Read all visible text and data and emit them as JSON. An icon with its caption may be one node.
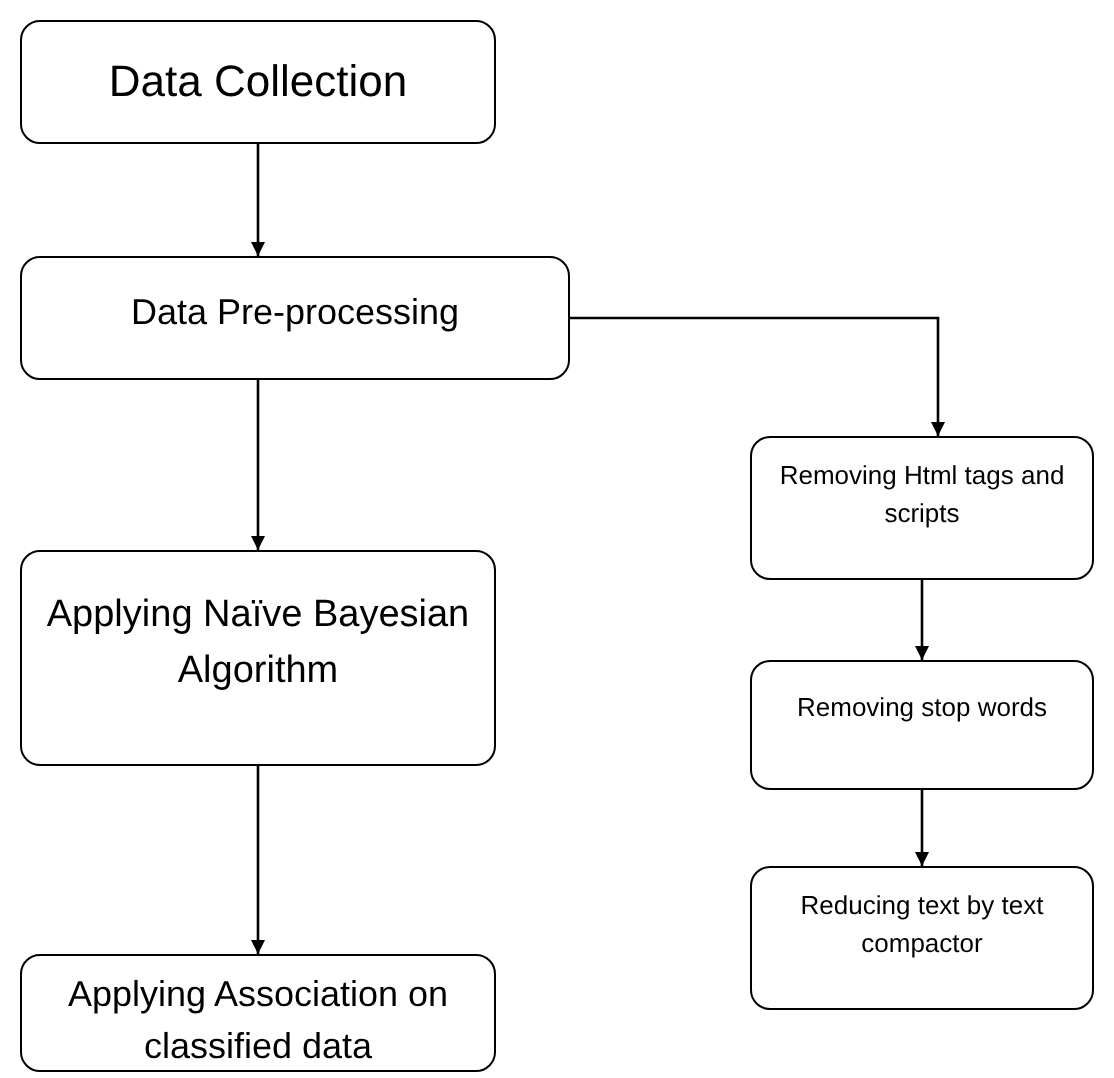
{
  "diagram": {
    "nodes": [
      {
        "text": [
          "Data Collection"
        ]
      },
      {
        "text": [
          "Data Pre-processing"
        ]
      },
      {
        "text": [
          "Applying Naïve Bayesian Algorithm"
        ]
      },
      {
        "text": [
          "Applying Association on classified data"
        ]
      },
      {
        "text": [
          "Removing Html tags and scripts"
        ]
      },
      {
        "text": [
          "Removing stop words"
        ]
      },
      {
        "text": [
          "Reducing text by text compactor"
        ]
      }
    ],
    "edges": [
      {
        "from": 0,
        "to": 1,
        "arrow": "to"
      },
      {
        "from": 1,
        "to": 2,
        "arrow": "to"
      },
      {
        "from": 2,
        "to": 3,
        "arrow": "to"
      },
      {
        "from": 1,
        "to": 4,
        "arrow": "to"
      },
      {
        "from": 4,
        "to": 5,
        "arrow": "to"
      },
      {
        "from": 5,
        "to": 6,
        "arrow": "to"
      }
    ]
  }
}
